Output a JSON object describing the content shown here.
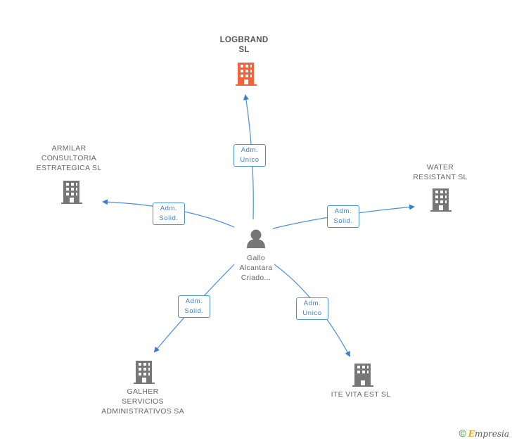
{
  "colors": {
    "edge": "#3f7fc9",
    "building_main": "#f0643c",
    "building": "#777777",
    "person": "#777777"
  },
  "center": {
    "icon": "person-icon",
    "name_lines": [
      "Gallo",
      "Alcantara",
      "Criado..."
    ]
  },
  "companies": [
    {
      "id": "logbrand",
      "name_lines": [
        "LOGBRAND",
        "SL"
      ],
      "highlight": true,
      "icon": "building-icon"
    },
    {
      "id": "armilar",
      "name_lines": [
        "ARMILAR",
        "CONSULTORIA",
        "ESTRATEGICA SL"
      ],
      "icon": "building-icon"
    },
    {
      "id": "water",
      "name_lines": [
        "WATER",
        "RESISTANT SL"
      ],
      "icon": "building-icon"
    },
    {
      "id": "galher",
      "name_lines": [
        "GALHER",
        "SERVICIOS",
        "ADMINISTRATIVOS SA"
      ],
      "icon": "building-icon"
    },
    {
      "id": "itevita",
      "name_lines": [
        "ITE VITA EST SL"
      ],
      "icon": "building-icon"
    }
  ],
  "relations": [
    {
      "to": "logbrand",
      "role_lines": [
        "Adm.",
        "Unico"
      ]
    },
    {
      "to": "armilar",
      "role_lines": [
        "Adm.",
        "Solid."
      ]
    },
    {
      "to": "water",
      "role_lines": [
        "Adm.",
        "Solid."
      ]
    },
    {
      "to": "galher",
      "role_lines": [
        "Adm.",
        "Solid."
      ]
    },
    {
      "to": "itevita",
      "role_lines": [
        "Adm.",
        "Unico"
      ]
    }
  ],
  "footer": {
    "copyright": "©",
    "brand_first": "E",
    "brand_rest": "mpresia"
  }
}
